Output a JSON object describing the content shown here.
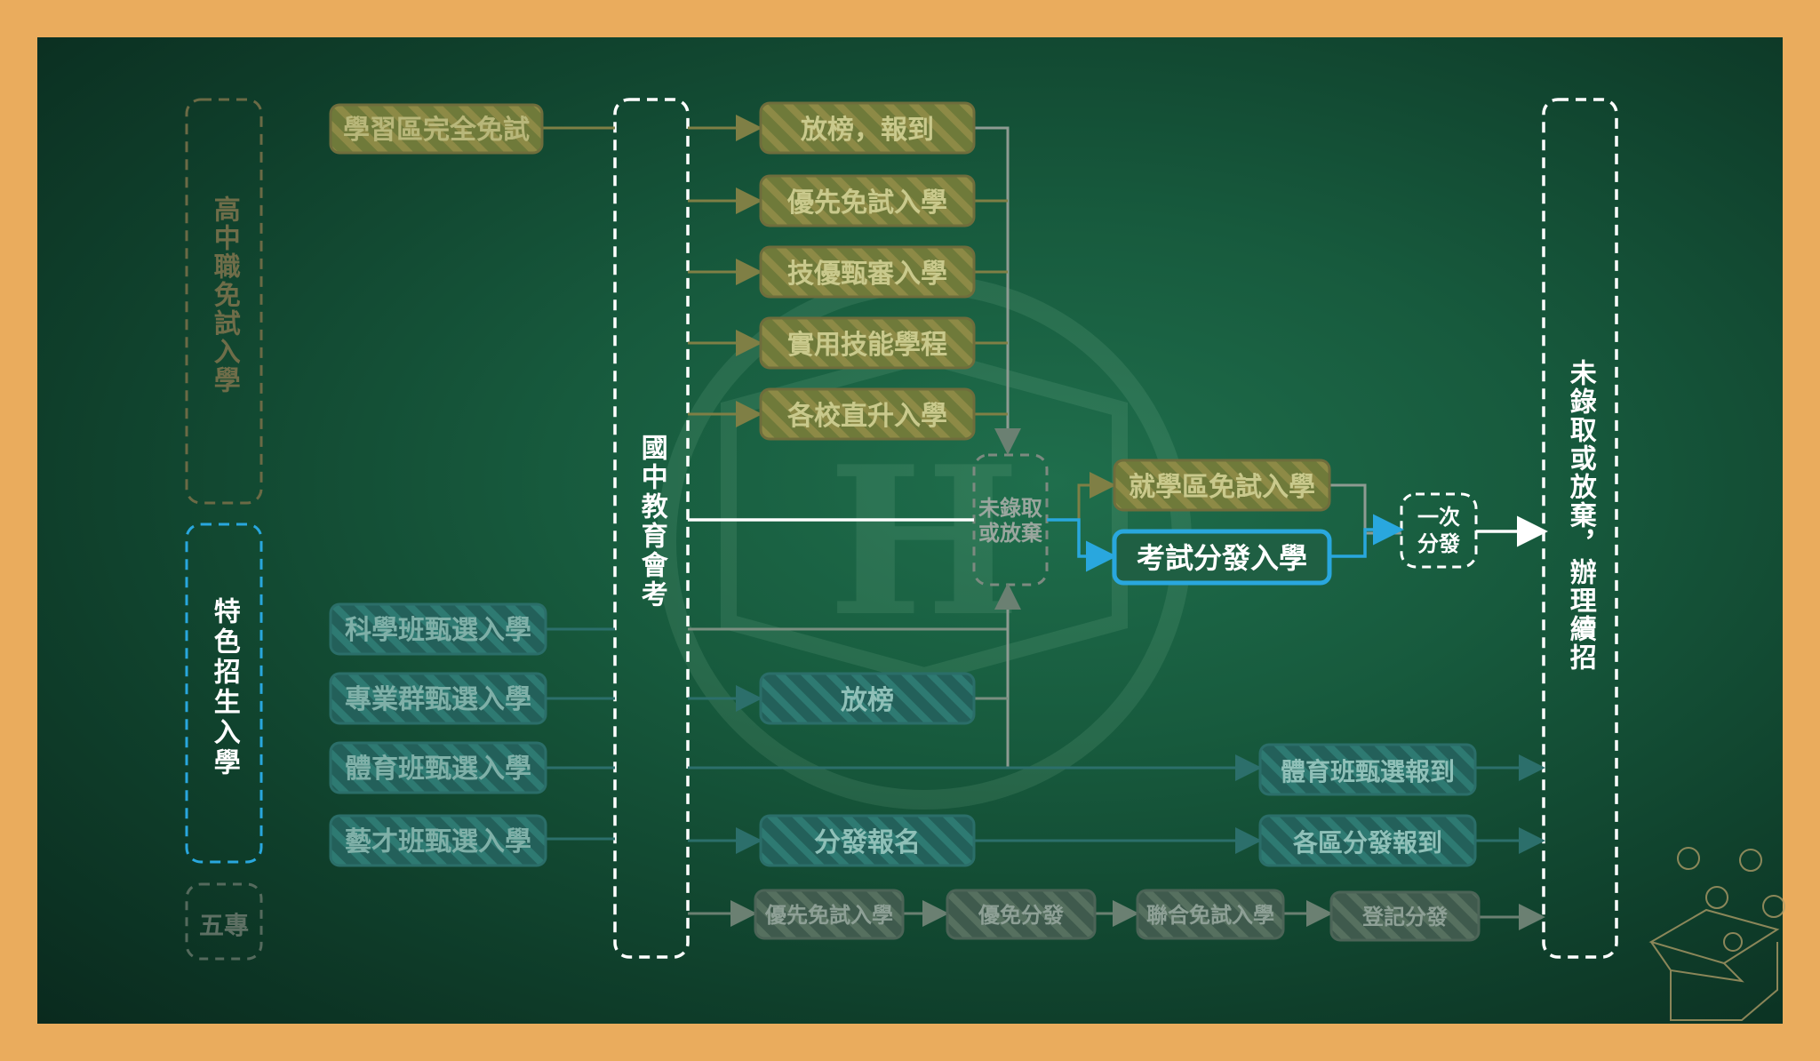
{
  "left_groups": [
    {
      "label": "高中職免試入學",
      "style": "dim-olive"
    },
    {
      "label": "特色招生入學",
      "style": "blue-active"
    },
    {
      "label": "五專",
      "style": "dim-gray"
    }
  ],
  "center_column": {
    "label": "國中教育會考"
  },
  "right_column": {
    "label": "未錄取或放棄，辦理續招"
  },
  "sources": {
    "top": "學習區完全免試",
    "s1": "科學班甄選入學",
    "s2": "專業群甄選入學",
    "s3": "體育班甄選入學",
    "s4": "藝才班甄選入學"
  },
  "olive_items": [
    "放榜，報到",
    "優先免試入學",
    "技優甄審入學",
    "實用技能學程",
    "各校直升入學"
  ],
  "decision": {
    "line1": "未錄取",
    "line2": "或放棄"
  },
  "nodes": {
    "district": "就學區免試入學",
    "exam": "考試分發入學",
    "once_line1": "一次",
    "once_line2": "分發",
    "release": "放榜",
    "assign_signup": "分發報名",
    "sports_report": "體育班甄選報到",
    "region_report": "各區分發報到"
  },
  "five_year_row": [
    "優先免試入學",
    "優免分發",
    "聯合免試入學",
    "登記分發"
  ],
  "colors": {
    "olive": "#8a8a44",
    "teal": "#2f7c78",
    "blue": "#29a7de",
    "white": "#ffffff",
    "gray": "#6c7a70"
  }
}
